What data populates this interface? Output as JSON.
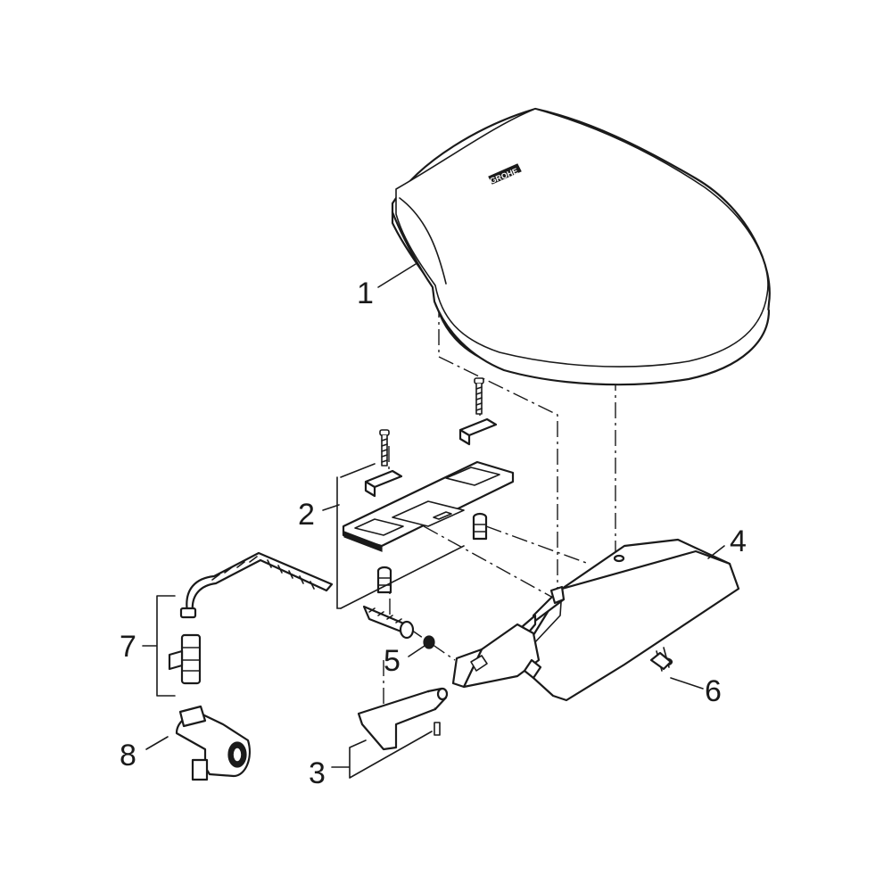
{
  "diagram": {
    "callouts": [
      {
        "id": "1",
        "label": "1"
      },
      {
        "id": "2",
        "label": "2"
      },
      {
        "id": "3",
        "label": "3"
      },
      {
        "id": "4",
        "label": "4"
      },
      {
        "id": "5",
        "label": "5"
      },
      {
        "id": "6",
        "label": "6"
      },
      {
        "id": "7",
        "label": "7"
      },
      {
        "id": "8",
        "label": "8"
      }
    ],
    "brand_mark": "GROHE"
  },
  "colors": {
    "ink": "#1a1a1a",
    "background": "#ffffff"
  }
}
